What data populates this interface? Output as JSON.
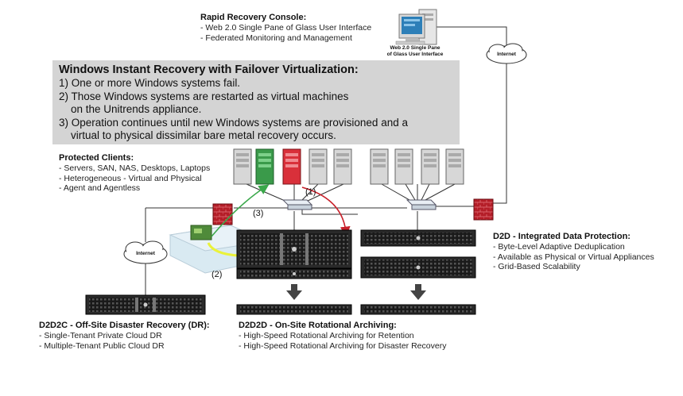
{
  "console": {
    "title": "Rapid Recovery Console:",
    "items": [
      "- Web 2.0 Single Pane of Glass User Interface",
      "- Federated Monitoring and Management"
    ],
    "pc_caption": [
      "Web 2.0 Single Pane",
      "of Glass User Interface"
    ]
  },
  "callout": {
    "title": "Windows Instant Recovery with Failover Virtualization:",
    "steps": [
      "1) One or more Windows systems fail.",
      "2) Those Windows systems are restarted as virtual machines",
      "    on the Unitrends appliance.",
      "3) Operation continues until new Windows systems are provisioned and a",
      "    virtual to physical dissimilar bare metal recovery occurs."
    ]
  },
  "clients": {
    "title": "Protected Clients:",
    "items": [
      "- Servers, SAN, NAS, Desktops, Laptops",
      "- Heterogeneous - Virtual and Physical",
      "- Agent and Agentless"
    ]
  },
  "d2d": {
    "title": "D2D - Integrated Data Protection:",
    "items": [
      "- Byte-Level Adaptive Deduplication",
      "- Available as Physical or Virtual Appliances",
      "- Grid-Based Scalability"
    ]
  },
  "d2d2c": {
    "title": "D2D2C - Off-Site Disaster Recovery (DR):",
    "items": [
      "- Single-Tenant Private Cloud DR",
      "- Multiple-Tenant Public Cloud DR"
    ]
  },
  "d2d2d": {
    "title": "D2D2D - On-Site Rotational Archiving:",
    "items": [
      "- High-Speed Rotational Archiving for Retention",
      "- High-Speed Rotational Archiving for Disaster Recovery"
    ]
  },
  "clouds": {
    "top": "Internet",
    "left": "Internet"
  },
  "markers": {
    "one": "(1)",
    "two": "(2)",
    "three": "(3)"
  },
  "colors": {
    "failed": "#d9303a",
    "virtual": "#3a9a4a",
    "arrow_red": "#c8202a",
    "arrow_green": "#3aa84a",
    "arrow_yellow": "#eaf23a",
    "firewall": "#b41e28",
    "callout_bg": "#d4d4d4"
  }
}
